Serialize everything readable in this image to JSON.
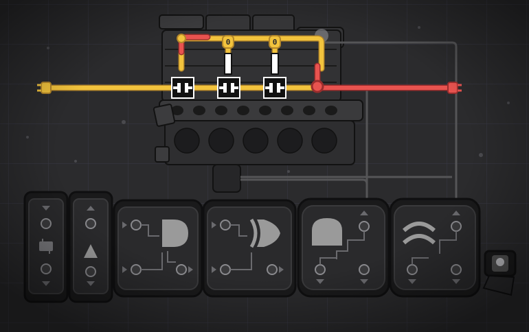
{
  "scene": {
    "background": "#2b2b2d",
    "grid": "#3a3a48",
    "wire_yellow": "#f2c33d",
    "wire_red": "#e8534f",
    "conduit": "#555557",
    "gate_panel": "#262628",
    "gate_border": "#0f0f10",
    "gate_symbol": "#9a9a9a"
  },
  "bridges": {
    "label_1": "0",
    "label_2": "0"
  },
  "gates": [
    {
      "name": "buffer-gate",
      "icon": "chip-icon"
    },
    {
      "name": "not-gate",
      "icon": "triangle-icon"
    },
    {
      "name": "and-gate",
      "icon": "and-symbol-icon"
    },
    {
      "name": "xor-gate",
      "icon": "xor-symbol-icon"
    },
    {
      "name": "memory-gate",
      "icon": "dome-icon"
    },
    {
      "name": "filter-gate",
      "icon": "arc-icon"
    }
  ],
  "icons": {
    "plug_left": "plug-icon",
    "plug_right": "plug-icon",
    "bridge": "bridge-icon",
    "switch": "switch-icon"
  }
}
